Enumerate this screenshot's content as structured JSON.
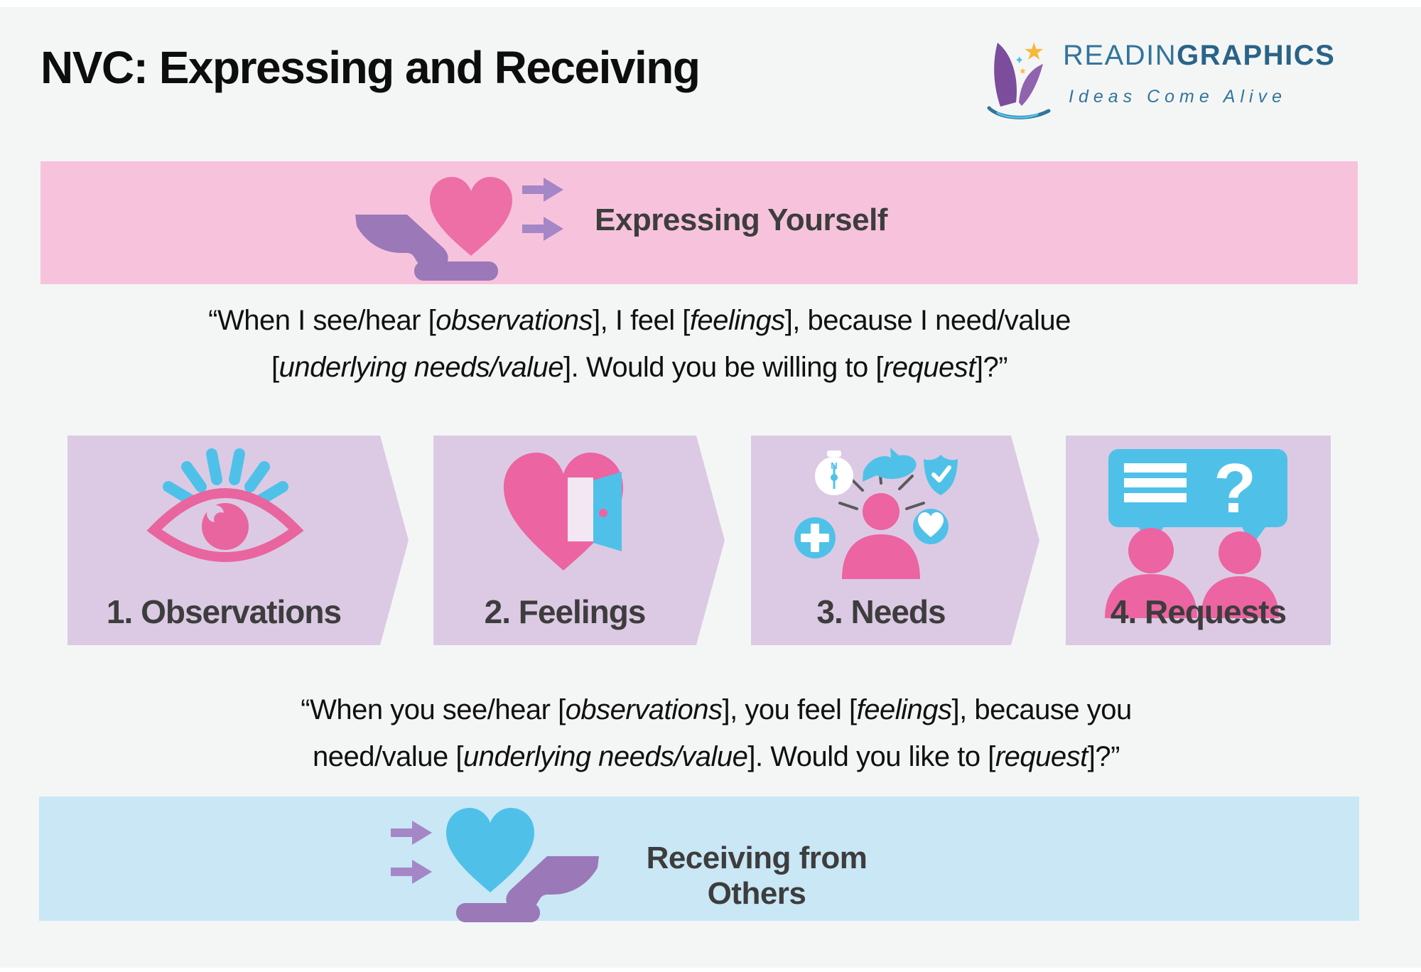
{
  "page": {
    "title": "NVC: Expressing and Receiving"
  },
  "logo": {
    "name_light": "READIN",
    "name_bold": "GRAPHICS",
    "tagline": "Ideas Come Alive",
    "star_big": "★",
    "star_small": "✦",
    "star_tiny": "★"
  },
  "banners": {
    "expressing": {
      "label": "Expressing Yourself"
    },
    "receiving": {
      "label": "Receiving from Others"
    }
  },
  "quotes": {
    "expressing": {
      "l1a": "“When I see/hear [",
      "l1b": "observations",
      "l1c": "], I feel [",
      "l1d": "feelings",
      "l1e": "], because I need/value",
      "l2a": "[",
      "l2b": "underlying needs/value",
      "l2c": "].  Would you be willing to [",
      "l2d": "request",
      "l2e": "]?”"
    },
    "receiving": {
      "l1a": "“When you see/hear [",
      "l1b": "observations",
      "l1c": "], you feel [",
      "l1d": "feelings",
      "l1e": "], because you",
      "l2a": "need/value [",
      "l2b": "underlying needs/value",
      "l2c": "].  Would you like to [",
      "l2d": "request",
      "l2e": "]?”"
    }
  },
  "steps": [
    {
      "label": "1. Observations",
      "icon": "eye-icon"
    },
    {
      "label": "2. Feelings",
      "icon": "heart-door-icon"
    },
    {
      "label": "3. Needs",
      "icon": "person-needs-icon"
    },
    {
      "label": "4. Requests",
      "icon": "conversation-icon"
    }
  ],
  "icons": {
    "compass_n": "N",
    "question_mark": "?"
  },
  "colors": {
    "bg": "#f4f6f5",
    "title_dark": "#0d0d0d",
    "label_dark": "#3d3d3d",
    "pink_banner": "#f7c3dc",
    "blue_banner": "#c9e7f5",
    "lavender": "#dccae4",
    "heart_pink": "#ed6fa6",
    "deep_pink": "#ec64a2",
    "eye_pink": "#e9659f",
    "hand_purple": "#9b78b7",
    "arrow_purple": "#a586c6",
    "icon_blue": "#4fc1e9",
    "doorway_white": "#f2e7f2",
    "ray_gray": "#5a5a5a",
    "brand_teal": "#33749c",
    "brand_teal_dark": "#2a6389",
    "book_purple": "#7b4d9c",
    "book_purple_light": "#9063ae",
    "star_gold": "#f6b93c",
    "white": "#ffffff"
  }
}
